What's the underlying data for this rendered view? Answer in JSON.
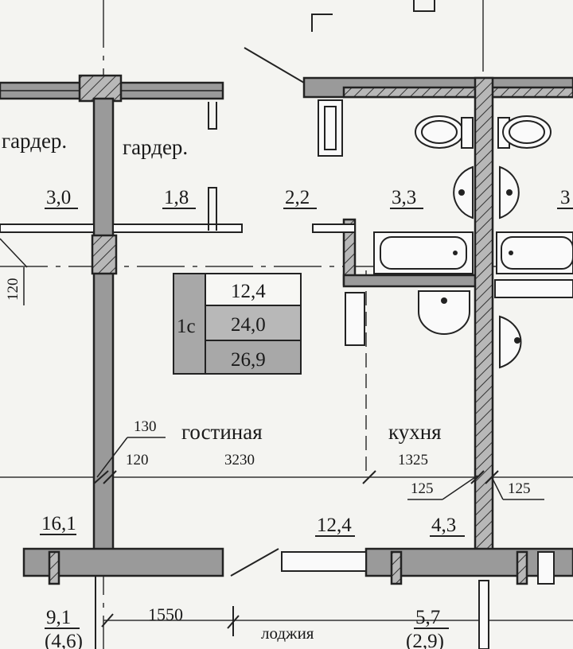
{
  "rooms": {
    "wardrobe_left": {
      "label": "гардер.",
      "area": "3,0"
    },
    "wardrobe_right": {
      "label": "гардер.",
      "area": "1,8"
    },
    "hall": {
      "area": "2,2"
    },
    "bathroom": {
      "area": "3,3"
    },
    "neighbor_bath": {
      "area": "3"
    },
    "living": {
      "label": "гостиная",
      "area_left": "16,1",
      "area": "12,4"
    },
    "kitchen": {
      "label": "кухня",
      "area": "4,3"
    },
    "loggia_left": {
      "area": "9,1",
      "area_sub": "(4,6)"
    },
    "loggia": {
      "label": "лоджия",
      "area": "5,7",
      "area_sub": "(2,9)"
    }
  },
  "legend": {
    "type": "1с",
    "values": [
      "12,4",
      "24,0",
      "26,9"
    ]
  },
  "dimensions": {
    "d130": "130",
    "d120_top": "120",
    "d120_row": "120",
    "d3230": "3230",
    "d1325": "1325",
    "d125_left": "125",
    "d125_right": "125",
    "d1550": "1550"
  },
  "colors": {
    "wall_fill": "#9a9a9a",
    "line": "#222222",
    "paper": "#f4f4f1"
  }
}
